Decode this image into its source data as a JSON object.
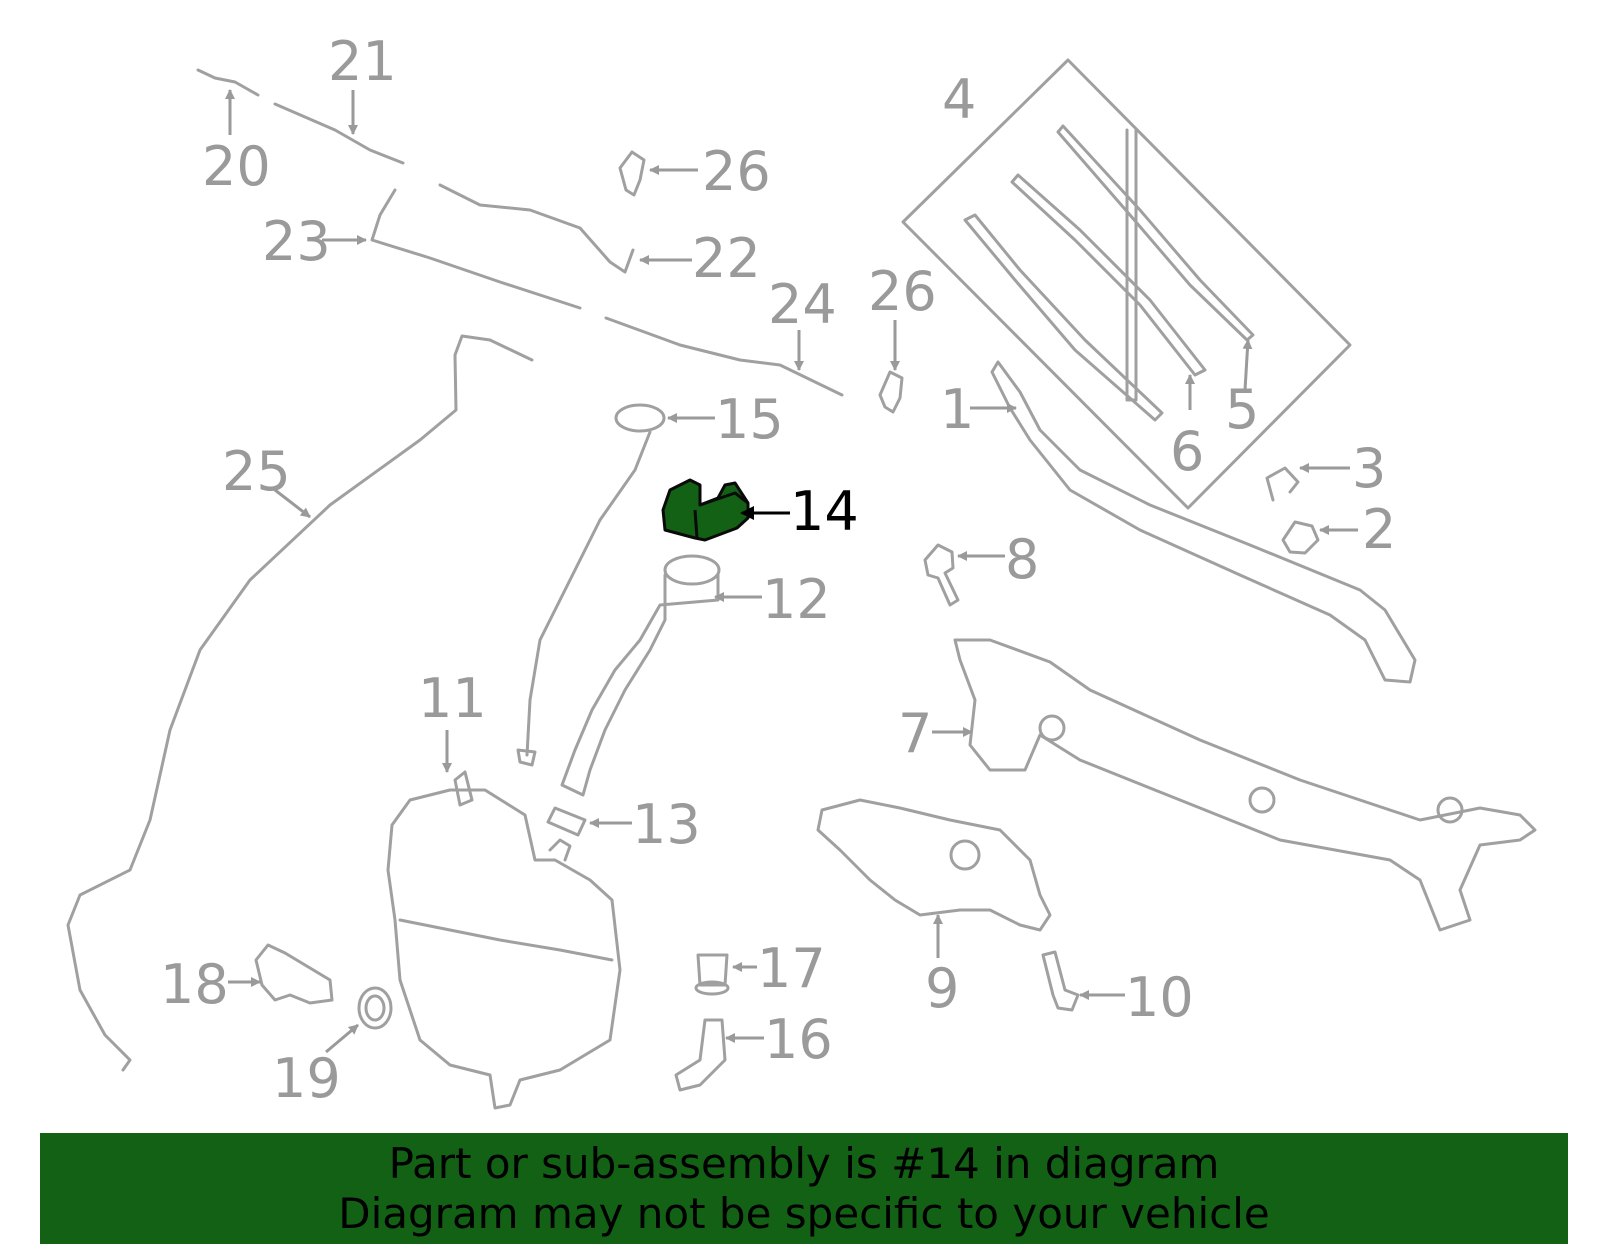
{
  "diagram": {
    "highlighted_part": "14",
    "line_color": "#a0a0a0",
    "highlight_color": "#136114",
    "callouts": {
      "c1": "1",
      "c2": "2",
      "c3": "3",
      "c4": "4",
      "c5": "5",
      "c6": "6",
      "c7": "7",
      "c8": "8",
      "c9": "9",
      "c10": "10",
      "c11": "11",
      "c12": "12",
      "c13": "13",
      "c14": "14",
      "c15": "15",
      "c16": "16",
      "c17": "17",
      "c18": "18",
      "c19": "19",
      "c20": "20",
      "c21": "21",
      "c22": "22",
      "c23": "23",
      "c24": "24",
      "c25": "25",
      "c26a": "26",
      "c26b": "26"
    }
  },
  "banner": {
    "line1": "Part or sub-assembly is #14 in diagram",
    "line2": "Diagram may not be specific to your vehicle",
    "background": "#136114"
  }
}
